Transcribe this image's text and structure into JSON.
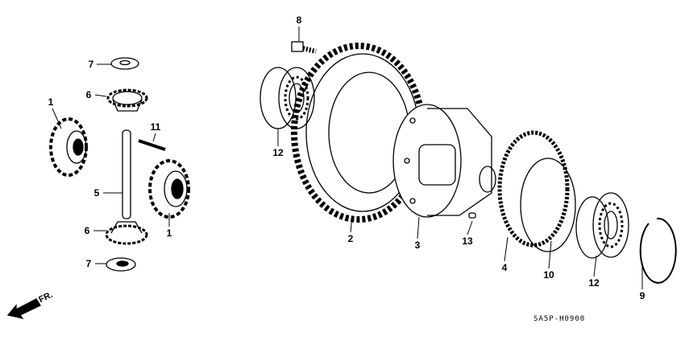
{
  "diagram": {
    "callouts": [
      {
        "id": "c8",
        "text": "8"
      },
      {
        "id": "c7a",
        "text": "7"
      },
      {
        "id": "c6a",
        "text": "6"
      },
      {
        "id": "c1a",
        "text": "1"
      },
      {
        "id": "c11",
        "text": "11"
      },
      {
        "id": "c12a",
        "text": "12"
      },
      {
        "id": "c5",
        "text": "5"
      },
      {
        "id": "c1b",
        "text": "1"
      },
      {
        "id": "c6b",
        "text": "6"
      },
      {
        "id": "c2",
        "text": "2"
      },
      {
        "id": "c3",
        "text": "3"
      },
      {
        "id": "c13",
        "text": "13"
      },
      {
        "id": "c7b",
        "text": "7"
      },
      {
        "id": "c4",
        "text": "4"
      },
      {
        "id": "c10",
        "text": "10"
      },
      {
        "id": "c12b",
        "text": "12"
      },
      {
        "id": "c9",
        "text": "9"
      }
    ],
    "direction_label": "FR.",
    "diagram_code": "SA5P-H0900"
  }
}
